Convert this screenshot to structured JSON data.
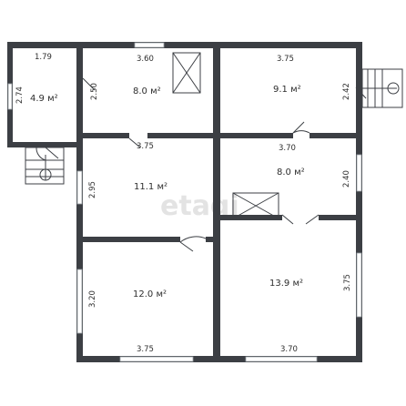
{
  "watermark": "etagi",
  "rooms": [
    {
      "id": "vestibule",
      "area": "4.9 м²",
      "dims": [
        "1.79",
        "2.74"
      ]
    },
    {
      "id": "room-top-middle",
      "area": "8.0 м²",
      "dims": [
        "3.60",
        "2.50"
      ]
    },
    {
      "id": "room-top-right",
      "area": "9.1 м²",
      "dims": [
        "3.75",
        "2.42"
      ]
    },
    {
      "id": "room-middle-left",
      "area": "11.1 м²",
      "dims": [
        "3.75",
        "2.95"
      ]
    },
    {
      "id": "room-middle-right",
      "area": "8.0 м²",
      "dims": [
        "3.70",
        "2.40"
      ]
    },
    {
      "id": "room-bottom-left",
      "area": "12.0 м²",
      "dims": [
        "3.20",
        "3.75"
      ]
    },
    {
      "id": "room-bottom-right",
      "area": "13.9 м²",
      "dims": [
        "3.75",
        "3.70"
      ]
    }
  ]
}
